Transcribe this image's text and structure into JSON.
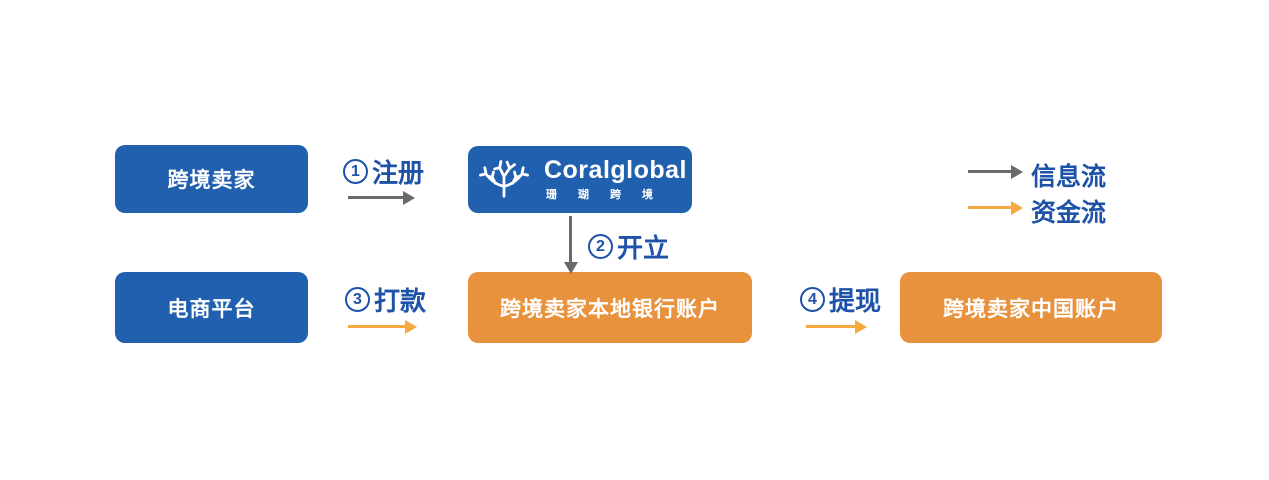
{
  "diagram": {
    "nodes": {
      "seller": "跨境卖家",
      "platform": "电商平台",
      "local_bank_account": "跨境卖家本地银行账户",
      "china_account": "跨境卖家中国账户"
    },
    "brand": {
      "name": "Coralglobal",
      "name_cn": "珊瑚跨境"
    },
    "steps": {
      "register": {
        "number": "1",
        "label": "注册"
      },
      "open": {
        "number": "2",
        "label": "开立"
      },
      "payout": {
        "number": "3",
        "label": "打款"
      },
      "withdraw": {
        "number": "4",
        "label": "提现"
      }
    },
    "legend": {
      "info_flow": "信息流",
      "fund_flow": "资金流"
    },
    "colors": {
      "node_blue": "#2060AE",
      "node_orange": "#E8923E",
      "label_blue": "#1D52A8",
      "arrow_gray": "#6A6A6A",
      "arrow_orange": "#F5A93F",
      "text_white": "#FFFFFF"
    }
  }
}
